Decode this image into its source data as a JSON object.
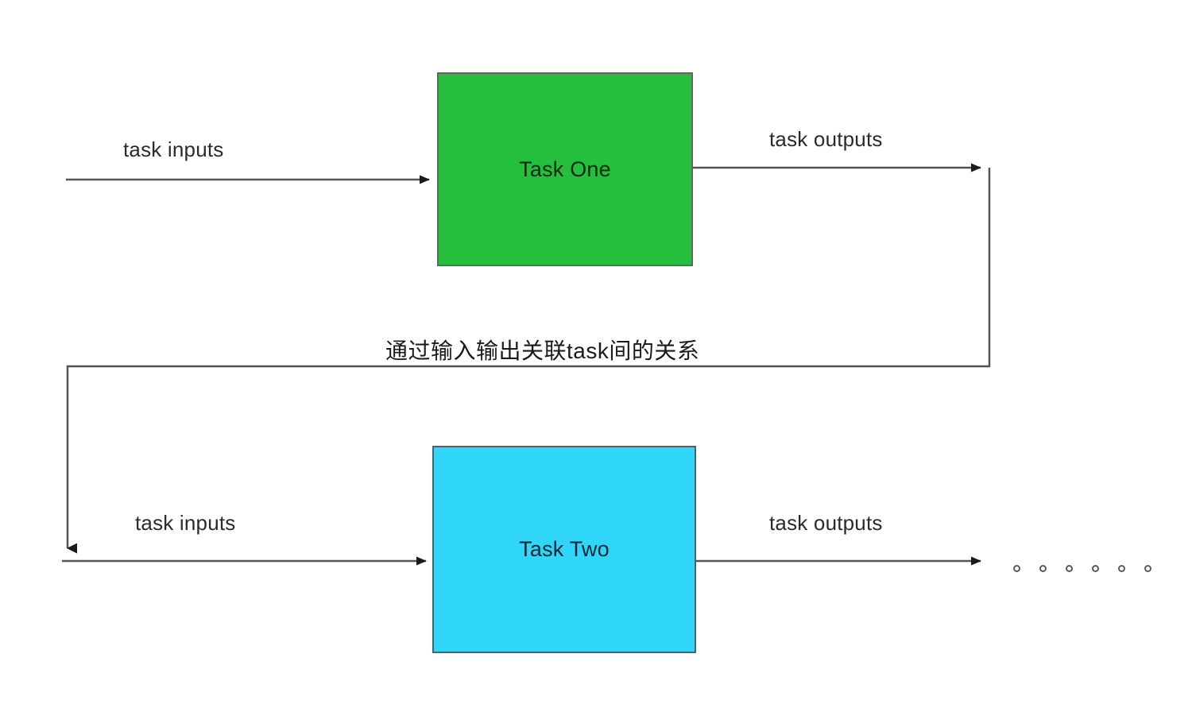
{
  "diagram": {
    "title": "task input output relation flow",
    "background_color": "#ffffff",
    "line_color": "#555555",
    "nodes": [
      {
        "id": "task-one",
        "label": "Task One",
        "fill_color": "#26be3d",
        "text_color": "#0d2b12",
        "border_color": "#5a6a5e"
      },
      {
        "id": "task-two",
        "label": "Task Two",
        "fill_color": "#2fd6f8",
        "text_color": "#0b2733",
        "border_color": "#3f6676"
      }
    ],
    "edges": {
      "top_inputs_label": "task inputs",
      "top_outputs_label": "task outputs",
      "bottom_inputs_label": "task inputs",
      "bottom_outputs_label": "task outputs",
      "relation_label": "通过输入输出关联task间的关系"
    },
    "continuation_dots": {
      "count": 6,
      "positions_x": [
        1275,
        1308,
        1341,
        1374,
        1407,
        1440
      ],
      "color": "#5a5a5a"
    }
  }
}
